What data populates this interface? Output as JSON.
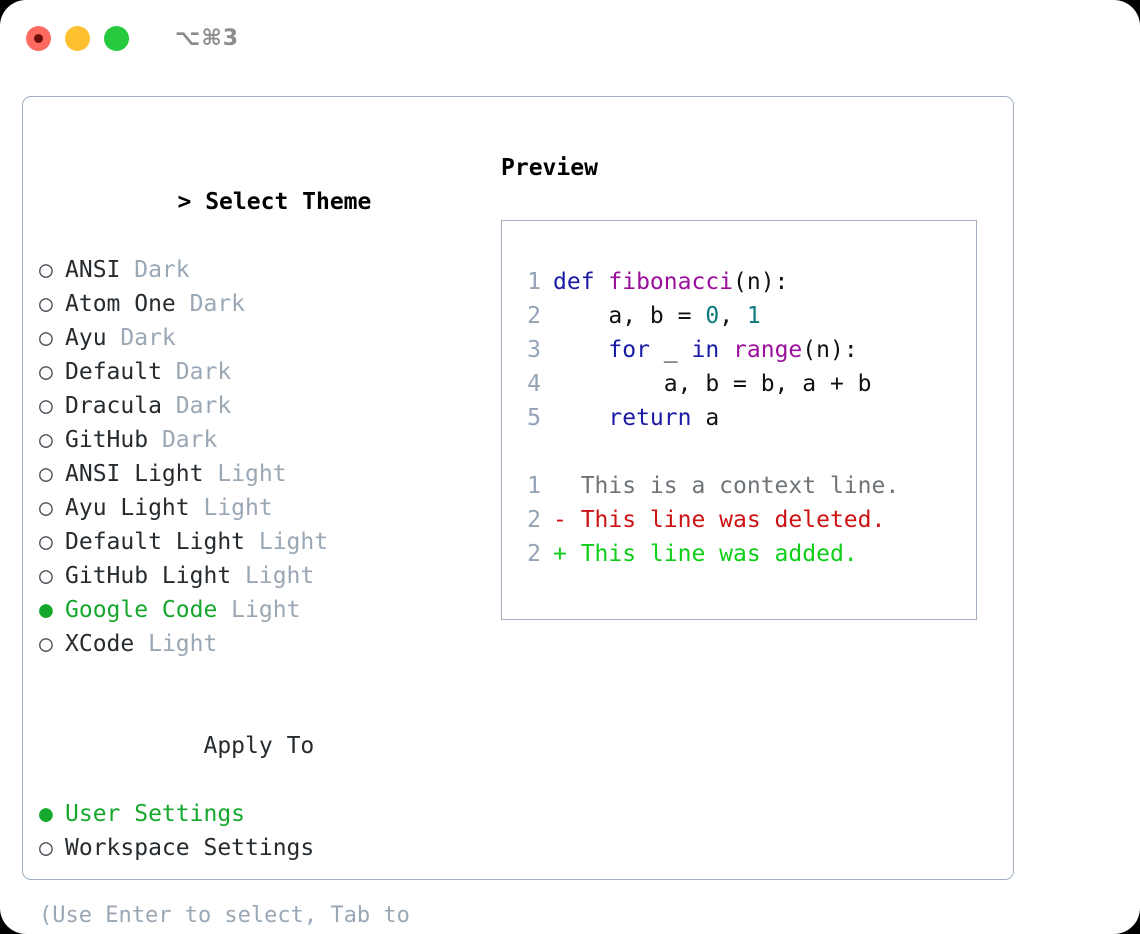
{
  "window": {
    "shortcut": "⌥⌘3",
    "traffic_lights": [
      {
        "name": "close",
        "color": "#ff6a60"
      },
      {
        "name": "minimize",
        "color": "#fec02f"
      },
      {
        "name": "zoom",
        "color": "#27c93f"
      }
    ]
  },
  "theme_picker": {
    "caret": ">",
    "title": "Select Theme",
    "bullet_selected": "●",
    "bullet_unselected": "○",
    "accent_color": "#16a72d",
    "variant_color": "#9aa7b5",
    "items": [
      {
        "label": "ANSI",
        "variant": "Dark",
        "selected": false
      },
      {
        "label": "Atom One",
        "variant": "Dark",
        "selected": false
      },
      {
        "label": "Ayu",
        "variant": "Dark",
        "selected": false
      },
      {
        "label": "Default",
        "variant": "Dark",
        "selected": false
      },
      {
        "label": "Dracula",
        "variant": "Dark",
        "selected": false
      },
      {
        "label": "GitHub",
        "variant": "Dark",
        "selected": false
      },
      {
        "label": "ANSI Light",
        "variant": "Light",
        "selected": false
      },
      {
        "label": "Ayu Light",
        "variant": "Light",
        "selected": false
      },
      {
        "label": "Default Light",
        "variant": "Light",
        "selected": false
      },
      {
        "label": "GitHub Light",
        "variant": "Light",
        "selected": false
      },
      {
        "label": "Google Code",
        "variant": "Light",
        "selected": true
      },
      {
        "label": "XCode",
        "variant": "Light",
        "selected": false
      }
    ]
  },
  "apply_to": {
    "title": "Apply To",
    "items": [
      {
        "label": "User Settings",
        "selected": true
      },
      {
        "label": "Workspace Settings",
        "selected": false
      }
    ]
  },
  "hint": "(Use Enter to select, Tab to change focus)",
  "preview": {
    "title": "Preview",
    "code_lines": [
      {
        "num": "1",
        "tokens": [
          {
            "t": "def ",
            "c": "kw"
          },
          {
            "t": "fibonacci",
            "c": "fn"
          },
          {
            "t": "(n):",
            "c": "plain"
          }
        ]
      },
      {
        "num": "2",
        "tokens": [
          {
            "t": "    a, b = ",
            "c": "plain"
          },
          {
            "t": "0",
            "c": "num"
          },
          {
            "t": ", ",
            "c": "plain"
          },
          {
            "t": "1",
            "c": "num"
          }
        ]
      },
      {
        "num": "3",
        "tokens": [
          {
            "t": "    ",
            "c": "plain"
          },
          {
            "t": "for",
            "c": "kw"
          },
          {
            "t": " _ ",
            "c": "plain"
          },
          {
            "t": "in",
            "c": "kw"
          },
          {
            "t": " ",
            "c": "plain"
          },
          {
            "t": "range",
            "c": "fn"
          },
          {
            "t": "(n):",
            "c": "plain"
          }
        ]
      },
      {
        "num": "4",
        "tokens": [
          {
            "t": "        a, b = b, a + b",
            "c": "plain"
          }
        ]
      },
      {
        "num": "5",
        "tokens": [
          {
            "t": "    ",
            "c": "plain"
          },
          {
            "t": "return",
            "c": "kw"
          },
          {
            "t": " a",
            "c": "plain"
          }
        ]
      }
    ],
    "diff_lines": [
      {
        "num": "1",
        "tokens": [
          {
            "t": "  This is a context line.",
            "c": "ctx"
          }
        ]
      },
      {
        "num": "2",
        "tokens": [
          {
            "t": "- This line was deleted.",
            "c": "del"
          }
        ]
      },
      {
        "num": "2",
        "tokens": [
          {
            "t": "+ This line was added.",
            "c": "add"
          }
        ]
      }
    ]
  }
}
